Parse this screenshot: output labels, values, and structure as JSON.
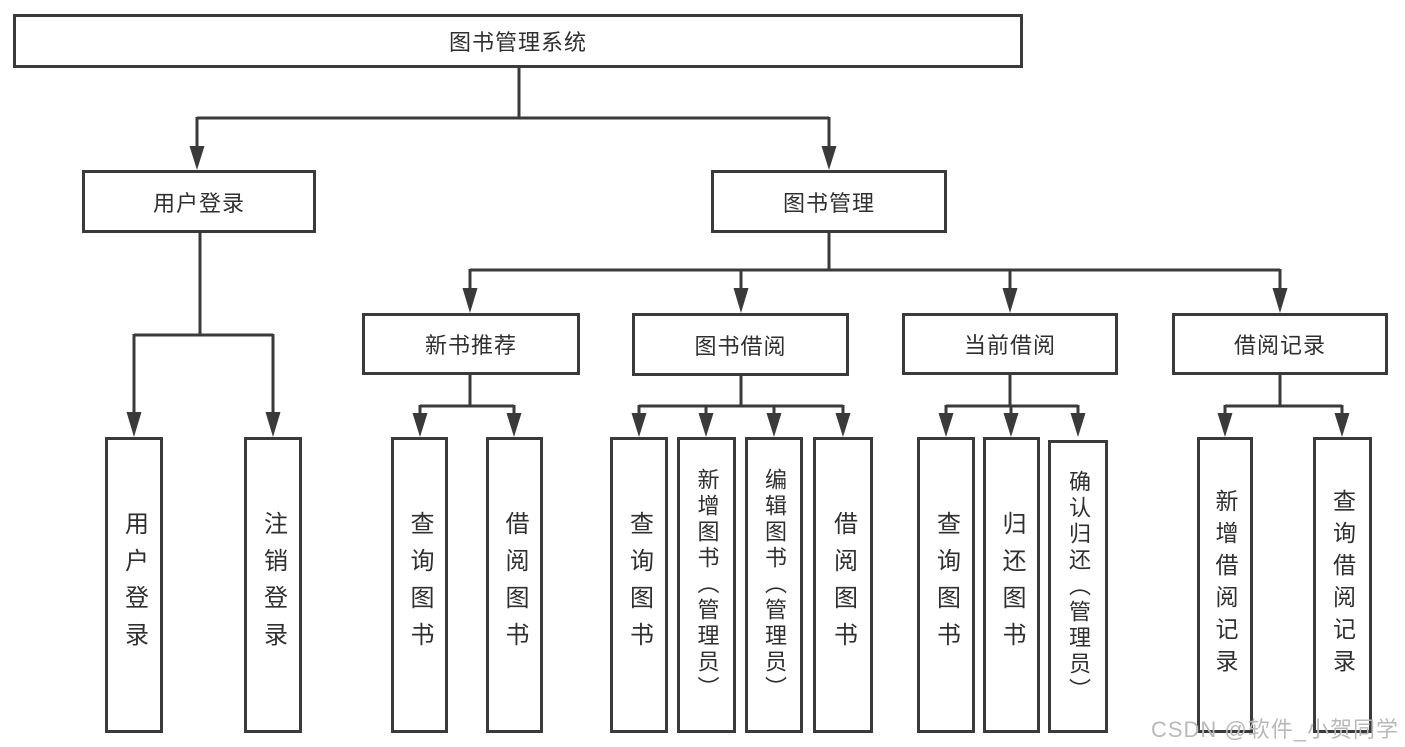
{
  "colors": {
    "line": "#3a3a3a",
    "text": "#2f2f2f",
    "background": "#ffffff",
    "watermark": "#b9b9b9"
  },
  "watermark": {
    "text": "CSDN @软件_小贺同学"
  },
  "tree": {
    "label": "图书管理系统",
    "children": [
      {
        "label": "用户登录",
        "children": [
          {
            "label": "用户登录"
          },
          {
            "label": "注销登录"
          }
        ]
      },
      {
        "label": "图书管理",
        "children": [
          {
            "label": "新书推荐",
            "children": [
              {
                "label": "查询图书"
              },
              {
                "label": "借阅图书"
              }
            ]
          },
          {
            "label": "图书借阅",
            "children": [
              {
                "label": "查询图书"
              },
              {
                "label": "新增图书（管理员）"
              },
              {
                "label": "编辑图书（管理员）"
              },
              {
                "label": "借阅图书"
              }
            ]
          },
          {
            "label": "当前借阅",
            "children": [
              {
                "label": "查询图书"
              },
              {
                "label": "归还图书"
              },
              {
                "label": "确认归还（管理员）"
              }
            ]
          },
          {
            "label": "借阅记录",
            "children": [
              {
                "label": "新增借阅记录"
              },
              {
                "label": "查询借阅记录"
              }
            ]
          }
        ]
      }
    ]
  }
}
